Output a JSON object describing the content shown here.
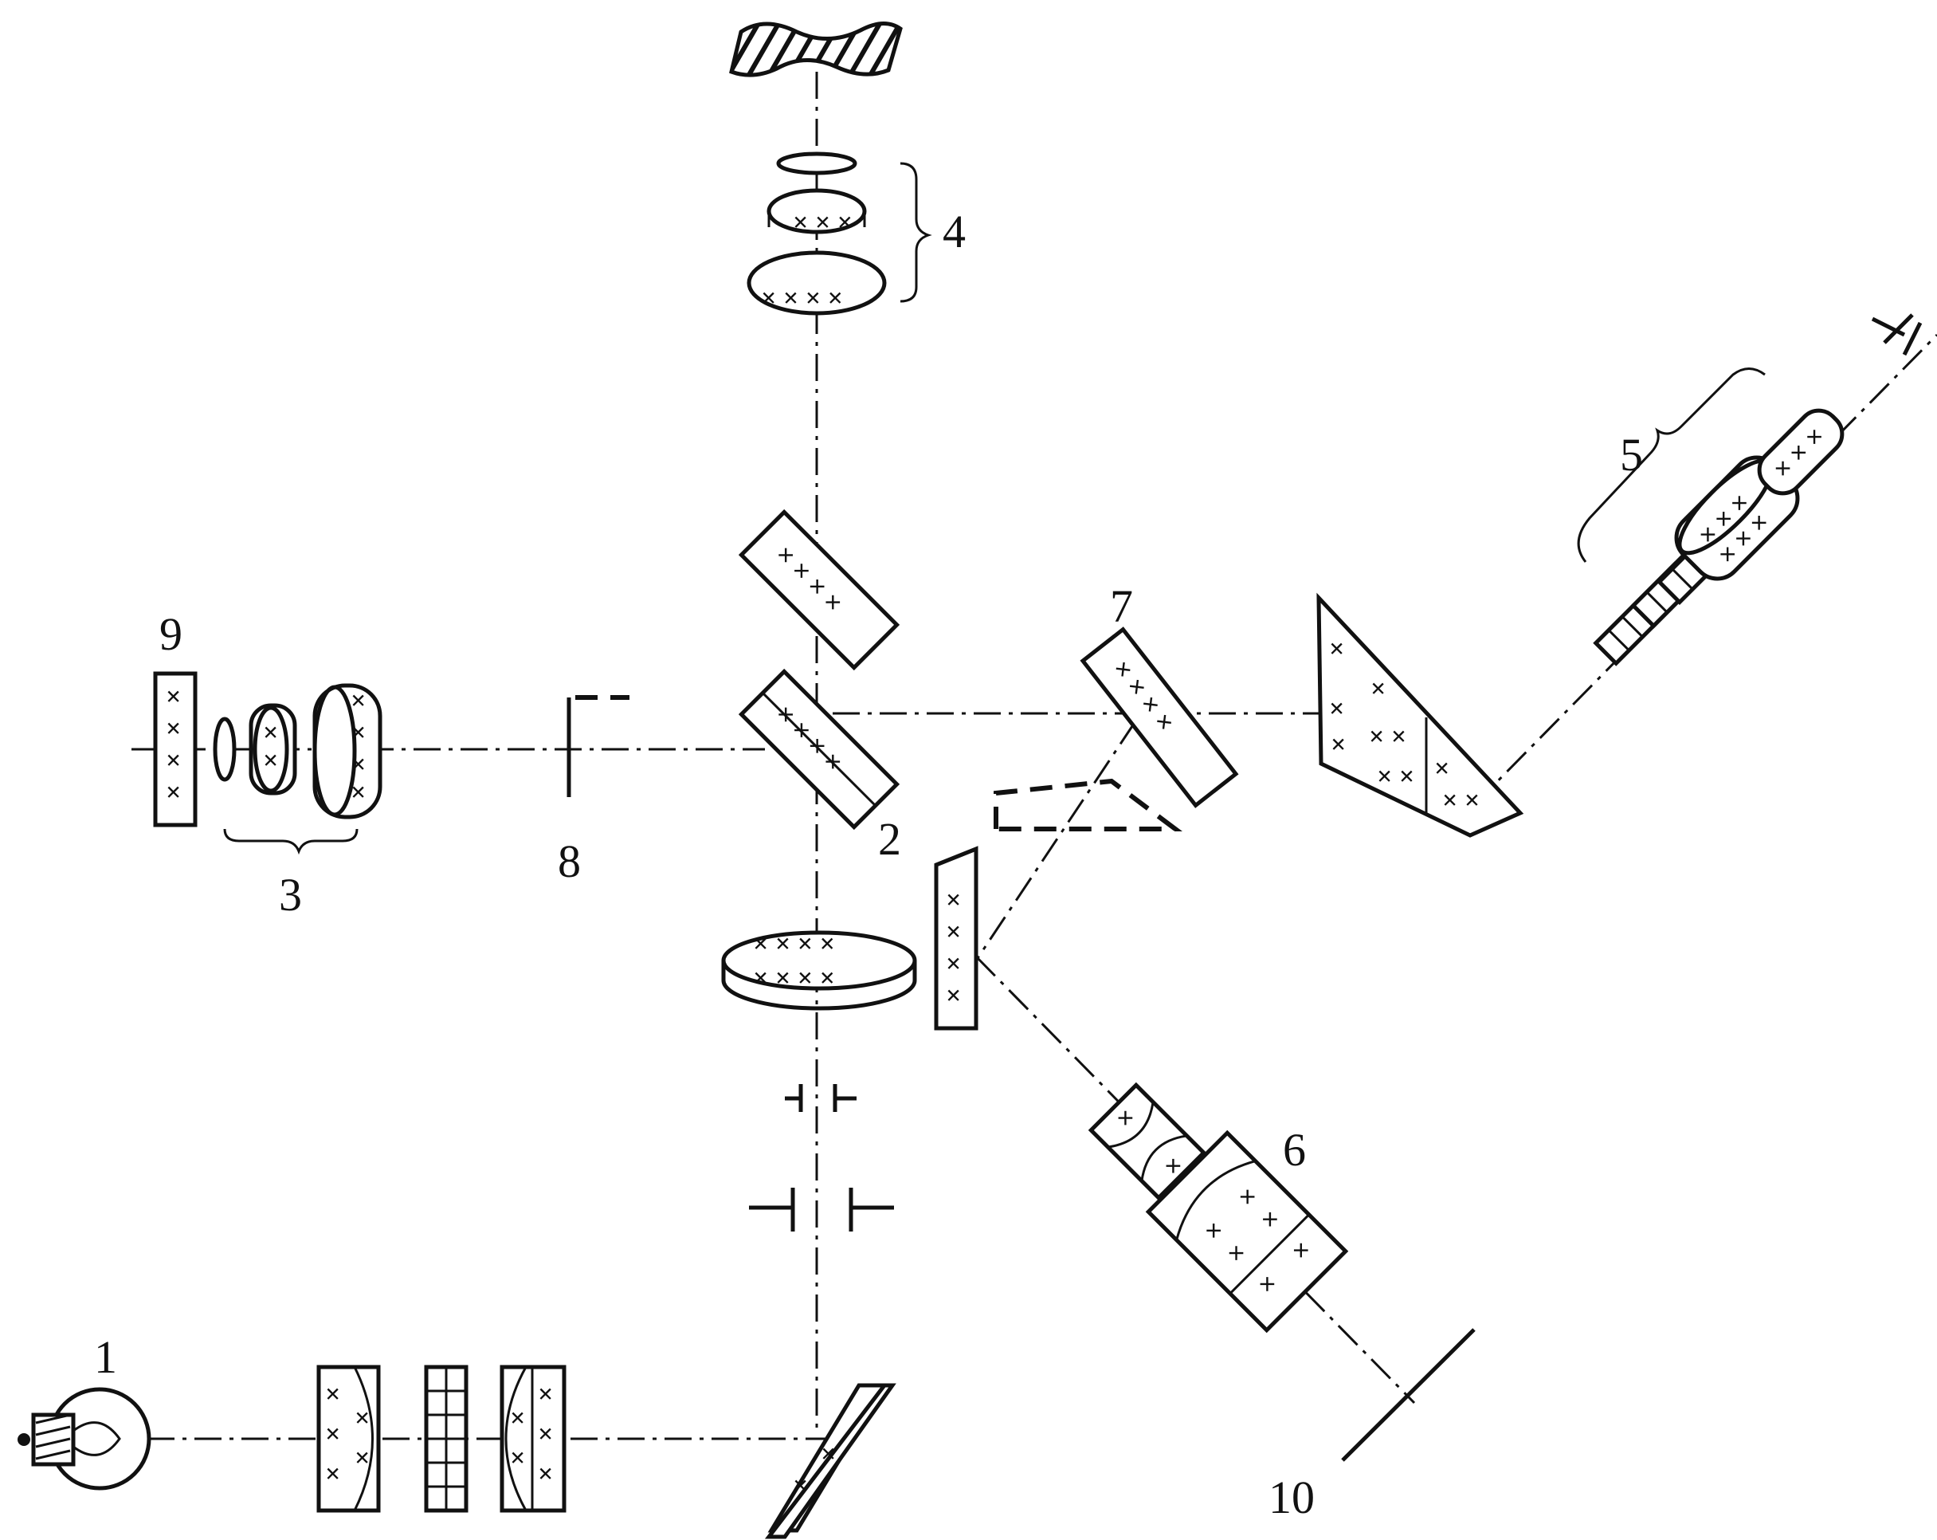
{
  "labels": {
    "l1": "1",
    "l2": "2",
    "l3": "3",
    "l4": "4",
    "l5": "5",
    "l6": "6",
    "l7": "7",
    "l8": "8",
    "l9": "9",
    "l10": "10"
  },
  "colors": {
    "ink": "#111111",
    "paper": "#ffffff"
  }
}
